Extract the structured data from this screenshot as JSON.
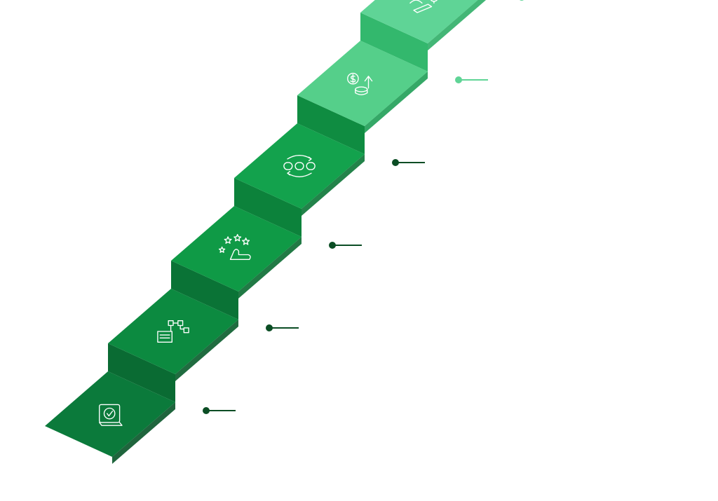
{
  "diagram": {
    "type": "isometric-staircase",
    "steps": [
      {
        "index": 1,
        "icon": "approved-book-icon",
        "top": "#0b7a3b",
        "front": "#0a6b33",
        "side": "#075428",
        "icon_color": "#ffffff",
        "marker": "#0b4d24"
      },
      {
        "index": 2,
        "icon": "workflow-flowchart-icon",
        "top": "#0c8a40",
        "front": "#0a7336",
        "side": "#085c2b",
        "icon_color": "#ffffff",
        "marker": "#0b4d24"
      },
      {
        "index": 3,
        "icon": "hand-stars-rating-icon",
        "top": "#0f9a46",
        "front": "#0c823b",
        "side": "#096b31",
        "icon_color": "#ffffff",
        "marker": "#0b4d24"
      },
      {
        "index": 4,
        "icon": "process-cycle-icon",
        "top": "#13a24d",
        "front": "#0f8c41",
        "side": "#0b7536",
        "icon_color": "#ffffff",
        "marker": "#0b4d24"
      },
      {
        "index": 5,
        "icon": "money-growth-icon",
        "top": "#55cf8a",
        "front": "#33b86d",
        "side": "#1f9f57",
        "icon_color": "#ffffff",
        "marker": "#5fd496"
      },
      {
        "index": 6,
        "icon": "team-settings-icon",
        "top": "#5fd496",
        "front": "#45c47f",
        "side": "#2fae67",
        "icon_color": "#ffffff",
        "marker": "#5fd496"
      },
      {
        "index": 7,
        "icon": "data-analysis-icon",
        "top": "#dedede",
        "front": "#cfcfcf",
        "side": "#bdbdbd",
        "icon_color": "#2b2b2b",
        "marker": "#d4d4d4"
      },
      {
        "index": 8,
        "icon": "target-touch-icon",
        "top": "#e0e0e0",
        "front": "#d0d0d0",
        "side": "#bfbfbf",
        "icon_color": "#2b2b2b",
        "marker": "#d4d4d4"
      }
    ]
  }
}
